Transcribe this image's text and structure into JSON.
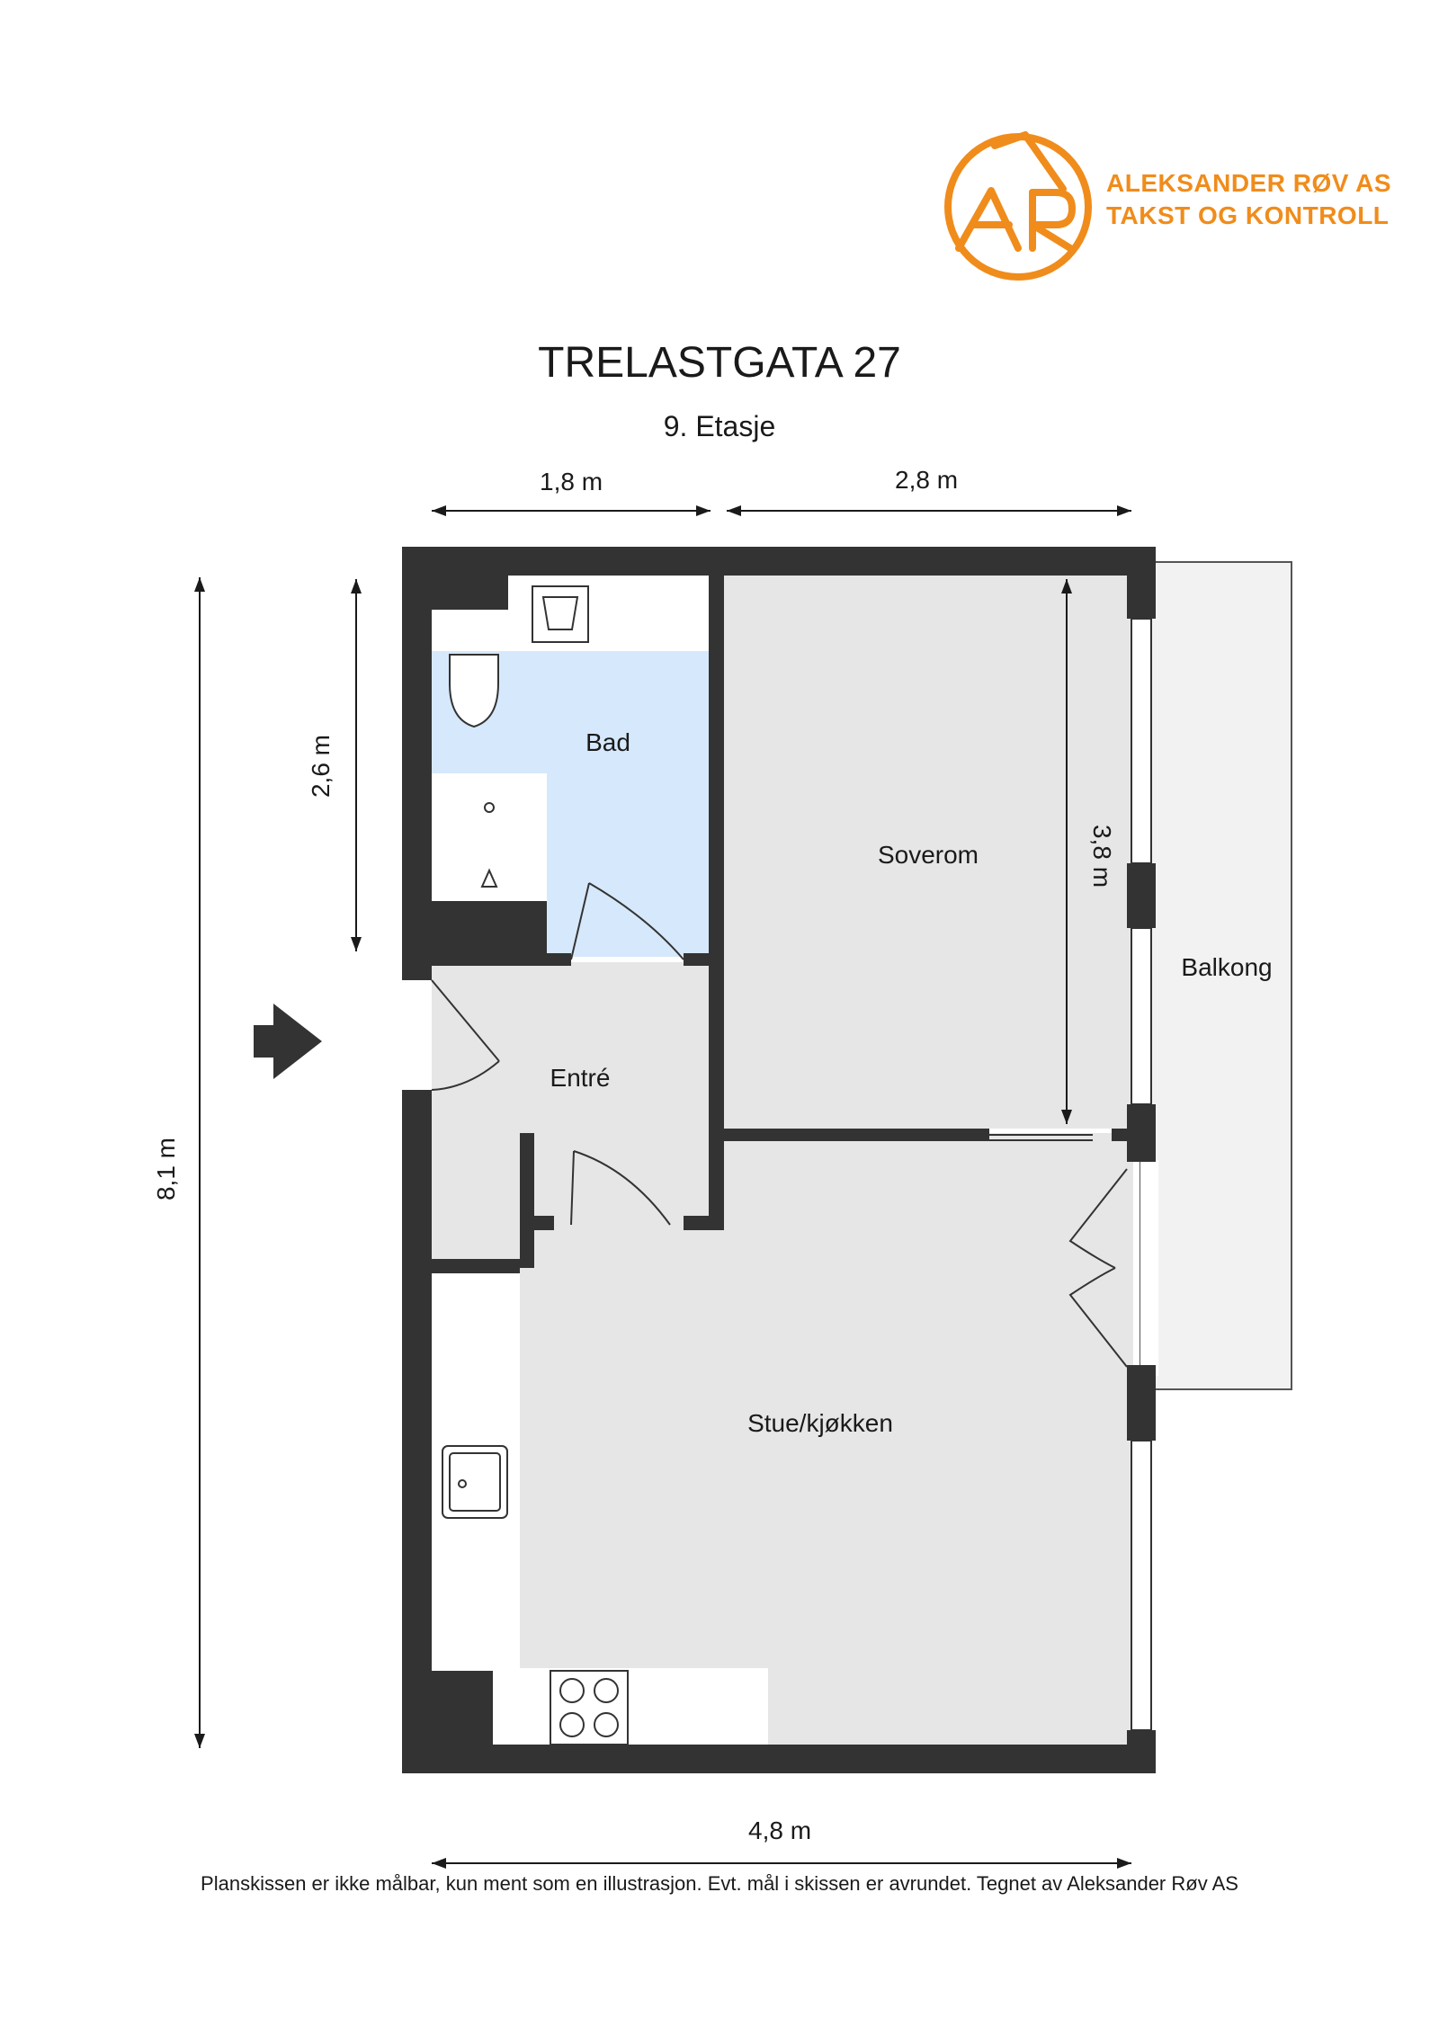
{
  "brand": {
    "logo_icon": "ar-house-logo-icon",
    "logo_letters": "AR",
    "name": "ALEKSANDER RØV AS",
    "subtitle": "TAKST OG KONTROLL",
    "color": "#f08c1b"
  },
  "title": "TRELASTGATA 27",
  "floor": "9. Etasje",
  "dimensions": {
    "bath_width": "1,8 m",
    "bedroom_width": "2,8 m",
    "bath_height": "2,6 m",
    "bedroom_height": "3,8 m",
    "total_height": "8,1 m",
    "total_width": "4,8 m"
  },
  "rooms": {
    "bath": "Bad",
    "bedroom": "Soverom",
    "balcony": "Balkong",
    "entrance": "Entré",
    "living_kitchen": "Stue/kjøkken"
  },
  "colors": {
    "wall": "#333333",
    "room_floor": "#e6e6e6",
    "bath_floor": "#d6e8fb"
  },
  "footnote": "Planskissen er ikke målbar, kun ment som en illustrasjon. Evt. mål i skissen er avrundet. Tegnet av Aleksander Røv AS"
}
